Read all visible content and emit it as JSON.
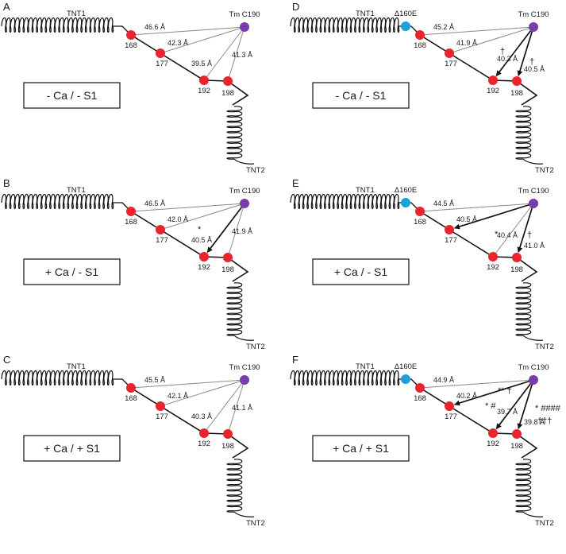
{
  "colors": {
    "residue": "#e8242c",
    "tm": "#7a3bab",
    "mutation": "#1ba1d8",
    "thin_line": "#8a8a8a",
    "chain": "#111111"
  },
  "panels": [
    {
      "letter": "A",
      "condition": "- Ca / - S1",
      "mutation": "",
      "tnt1": "TNT1",
      "tnt2": "TNT2",
      "tm": "Tm C190",
      "residues": [
        "168",
        "177",
        "192",
        "198"
      ],
      "distances": [
        "46.6 Å",
        "42.3 Å",
        "39.5 Å",
        "41.3 Å"
      ],
      "arrows": [
        false,
        false,
        false,
        false
      ],
      "marks": [
        "",
        "",
        "",
        ""
      ]
    },
    {
      "letter": "B",
      "condition": "+ Ca / - S1",
      "mutation": "",
      "tnt1": "TNT1",
      "tnt2": "TNT2",
      "tm": "Tm C190",
      "residues": [
        "168",
        "177",
        "192",
        "198"
      ],
      "distances": [
        "46.5 Å",
        "42.0 Å",
        "40.5 Å",
        "41.9 Å"
      ],
      "arrows": [
        false,
        false,
        true,
        false
      ],
      "marks": [
        "",
        "",
        "*",
        ""
      ]
    },
    {
      "letter": "C",
      "condition": "+ Ca / + S1",
      "mutation": "",
      "tnt1": "TNT1",
      "tnt2": "TNT2",
      "tm": "Tm C190",
      "residues": [
        "168",
        "177",
        "192",
        "198"
      ],
      "distances": [
        "45.5 Å",
        "42.1 Å",
        "40.3 Å",
        "41.1 Å"
      ],
      "arrows": [
        false,
        false,
        false,
        false
      ],
      "marks": [
        "",
        "",
        "",
        ""
      ]
    },
    {
      "letter": "D",
      "condition": "- Ca / - S1",
      "mutation": "Δ160E",
      "tnt1": "TNT1",
      "tnt2": "TNT2",
      "tm": "Tm C190",
      "residues": [
        "168",
        "177",
        "192",
        "198"
      ],
      "distances": [
        "45.2 Å",
        "41.9 Å",
        "40.3 Å",
        "40.5 Å"
      ],
      "arrows": [
        false,
        false,
        true,
        true
      ],
      "marks": [
        "",
        "",
        "†",
        "†"
      ]
    },
    {
      "letter": "E",
      "condition": "+ Ca / - S1",
      "mutation": "Δ160E",
      "tnt1": "TNT1",
      "tnt2": "TNT2",
      "tm": "Tm C190",
      "residues": [
        "168",
        "177",
        "192",
        "198"
      ],
      "distances": [
        "44.5 Å",
        "40.5 Å",
        "40.4 Å",
        "41.0 Å"
      ],
      "arrows": [
        false,
        true,
        false,
        true
      ],
      "marks": [
        "",
        "*",
        "",
        "†"
      ]
    },
    {
      "letter": "F",
      "condition": "+ Ca / + S1",
      "mutation": "Δ160E",
      "tnt1": "TNT1",
      "tnt2": "TNT2",
      "tm": "Tm C190",
      "residues": [
        "168",
        "177",
        "192",
        "198"
      ],
      "distances": [
        "44.9 Å",
        "40.2 Å",
        "39.7 Å",
        "39.8 Å"
      ],
      "arrows": [
        false,
        true,
        true,
        true
      ],
      "marks": [
        "",
        "** †",
        "* #",
        "* ####"
      ],
      "marks_extra": [
        "",
        "",
        "",
        "†††"
      ]
    }
  ]
}
